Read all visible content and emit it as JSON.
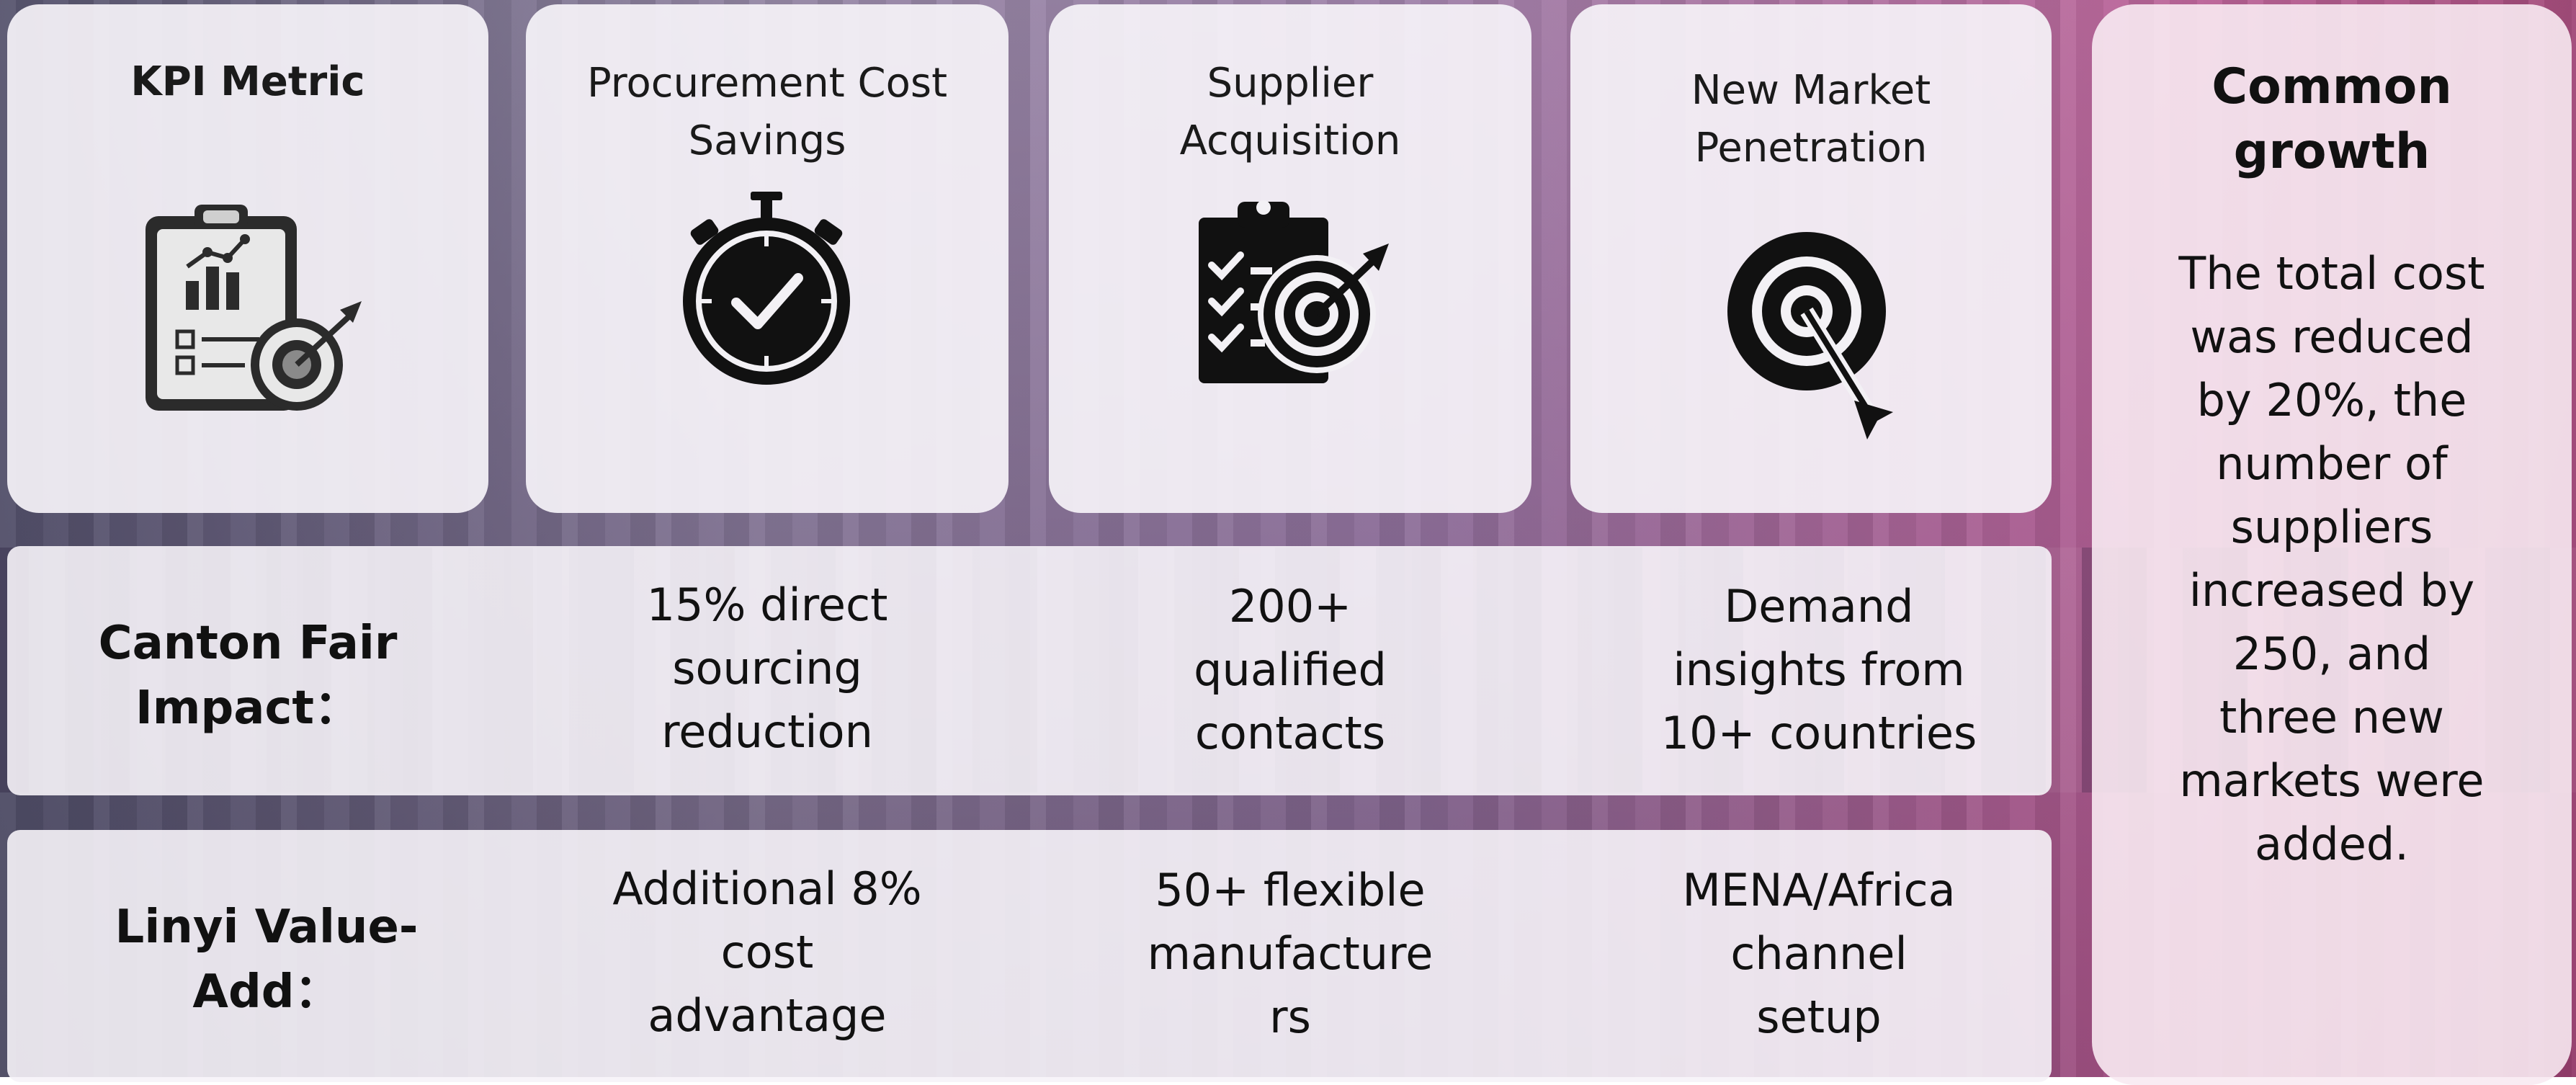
{
  "header": {
    "kpi_label": "KPI Metric",
    "columns": [
      {
        "label": "Procurement Cost\nSavings",
        "icon": "stopwatch-check-icon"
      },
      {
        "label": "Supplier\nAcquisition",
        "icon": "clipboard-target-icon"
      },
      {
        "label": "New Market\nPenetration",
        "icon": "target-arrow-icon"
      }
    ],
    "kpi_icon": "clipboard-chart-target-icon"
  },
  "rows": [
    {
      "label": "Canton Fair\nImpact：",
      "cells": [
        "15% direct\nsourcing\nreduction",
        "200+\nqualified\ncontacts",
        "Demand\ninsights from\n10+ countries"
      ]
    },
    {
      "label": "Linyi Value-\nAdd：",
      "cells": [
        "Additional 8%\ncost\nadvantage",
        "50+ flexible\nmanufacture\nrs",
        "MENA/Africa\nchannel\nsetup"
      ]
    }
  ],
  "growth": {
    "title": "Common\ngrowth",
    "body": "The total cost\nwas reduced\nby 20%, the\nnumber of\nsuppliers\nincreased by\n250, and\nthree new\nmarkets were\nadded."
  }
}
